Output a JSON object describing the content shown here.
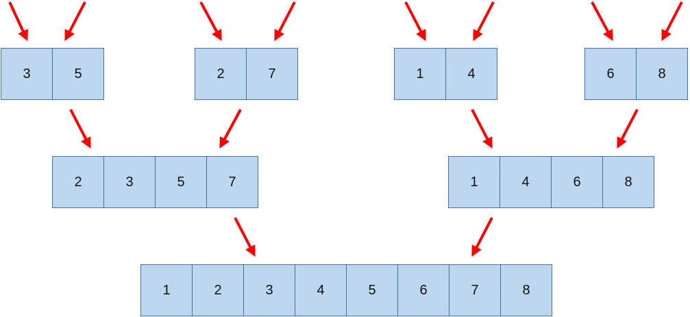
{
  "colors": {
    "cell_fill": "#bdd7ee",
    "cell_border": "#41719c",
    "arrow": "#ff0000"
  },
  "level1": [
    {
      "values": [
        "3",
        "5"
      ]
    },
    {
      "values": [
        "2",
        "7"
      ]
    },
    {
      "values": [
        "1",
        "4"
      ]
    },
    {
      "values": [
        "6",
        "8"
      ]
    }
  ],
  "level2": [
    {
      "values": [
        "2",
        "3",
        "5",
        "7"
      ]
    },
    {
      "values": [
        "1",
        "4",
        "6",
        "8"
      ]
    }
  ],
  "level3": [
    {
      "values": [
        "1",
        "2",
        "3",
        "4",
        "5",
        "6",
        "7",
        "8"
      ]
    }
  ]
}
